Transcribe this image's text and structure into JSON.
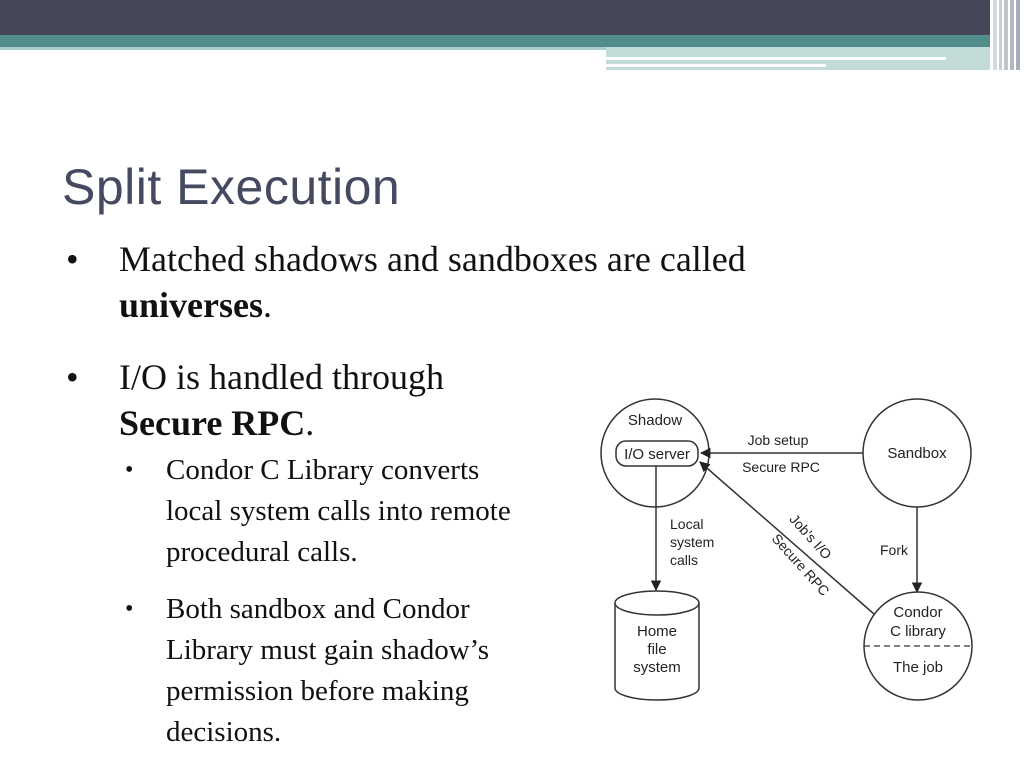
{
  "slide": {
    "title": "Split Execution"
  },
  "bullets": [
    {
      "line1": "Matched shadows and sandboxes are called",
      "bold": "universes",
      "tail": "."
    },
    {
      "line1": "I/O is handled through",
      "bold": "Secure RPC",
      "tail": "."
    }
  ],
  "sub_bullets": [
    {
      "lines": [
        "Condor C Library converts",
        "local system calls into remote",
        "procedural calls."
      ]
    },
    {
      "lines": [
        "Both sandbox and Condor",
        "Library must gain shadow’s",
        "permission before making",
        "decisions."
      ]
    }
  ],
  "bullet_glyph": "•",
  "diagram": {
    "shadow_label": "Shadow",
    "io_server_label": "I/O server",
    "sandbox_label": "Sandbox",
    "job_setup_label": "Job setup",
    "secure_rpc_label": "Secure RPC",
    "local_label_1": "Local",
    "local_label_2": "system",
    "local_label_3": "calls",
    "home_label_1": "Home",
    "home_label_2": "file",
    "home_label_3": "system",
    "jobs_io_label": "Job's I/O",
    "secure_rpc_diag_label": "Secure RPC",
    "fork_label": "Fork",
    "condor_label_1": "Condor",
    "condor_label_2": "C library",
    "job_label": "The job"
  }
}
